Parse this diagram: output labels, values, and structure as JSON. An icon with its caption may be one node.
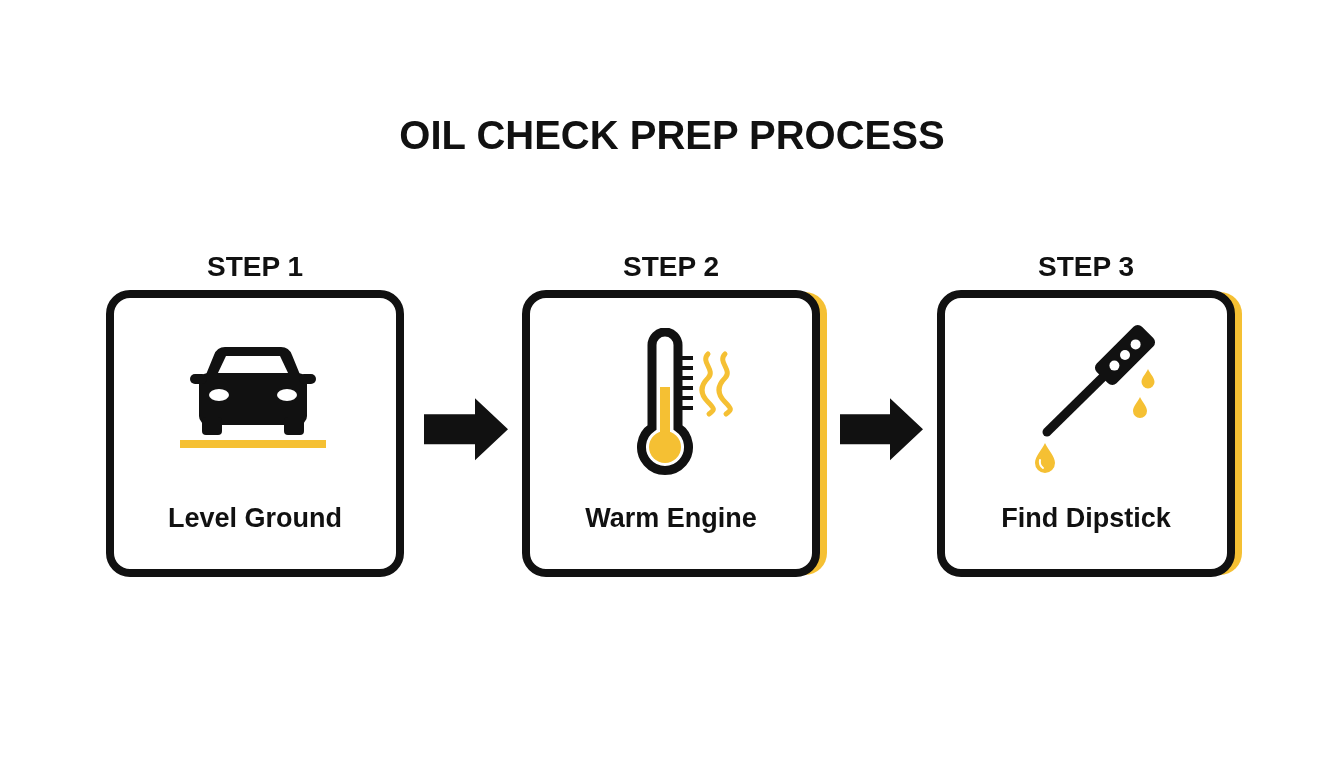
{
  "diagram": {
    "title": "OIL CHECK PREP PROCESS",
    "nodes": [
      {
        "text": [
          "STEP 1",
          "Level Ground"
        ]
      },
      {
        "text": [
          "STEP 2",
          "Warm Engine"
        ]
      },
      {
        "text": [
          "STEP 3",
          "Find Dipstick"
        ]
      }
    ],
    "edges": [
      {
        "from": 0,
        "to": 1,
        "arrow": "to"
      },
      {
        "from": 1,
        "to": 2,
        "arrow": "to"
      }
    ]
  }
}
